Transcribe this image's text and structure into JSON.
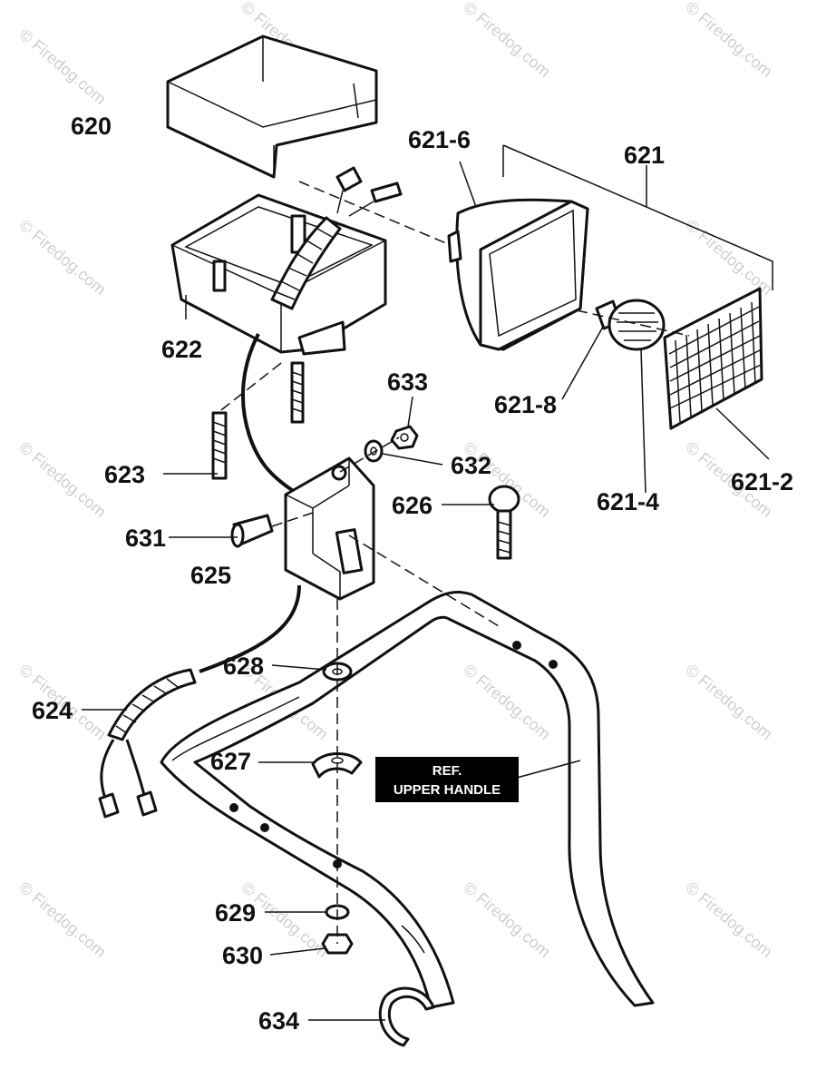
{
  "labels": {
    "p620": "620",
    "p621": "621",
    "p621_6": "621-6",
    "p621_8": "621-8",
    "p621_4": "621-4",
    "p621_2": "621-2",
    "p622": "622",
    "p623": "623",
    "p624": "624",
    "p625": "625",
    "p626": "626",
    "p627": "627",
    "p628": "628",
    "p629": "629",
    "p630": "630",
    "p631": "631",
    "p632": "632",
    "p633": "633",
    "p634": "634"
  },
  "reference_box": {
    "line1": "REF.",
    "line2": "UPPER HANDLE"
  },
  "watermark": {
    "text": "© Firedog.com"
  }
}
